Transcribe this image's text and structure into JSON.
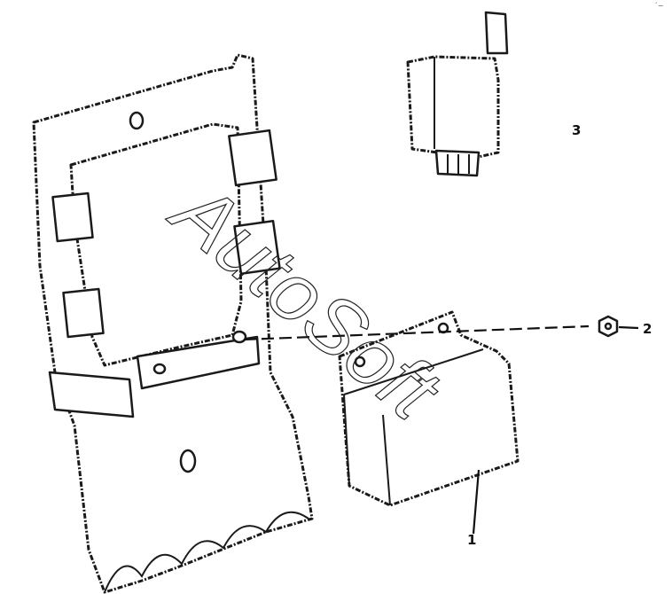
{
  "diagram": {
    "corner_mark": "´~",
    "watermark": "AutoSoft",
    "callouts": [
      {
        "id": "1",
        "label": "1"
      },
      {
        "id": "2",
        "label": "2"
      },
      {
        "id": "3",
        "label": "3"
      }
    ]
  }
}
